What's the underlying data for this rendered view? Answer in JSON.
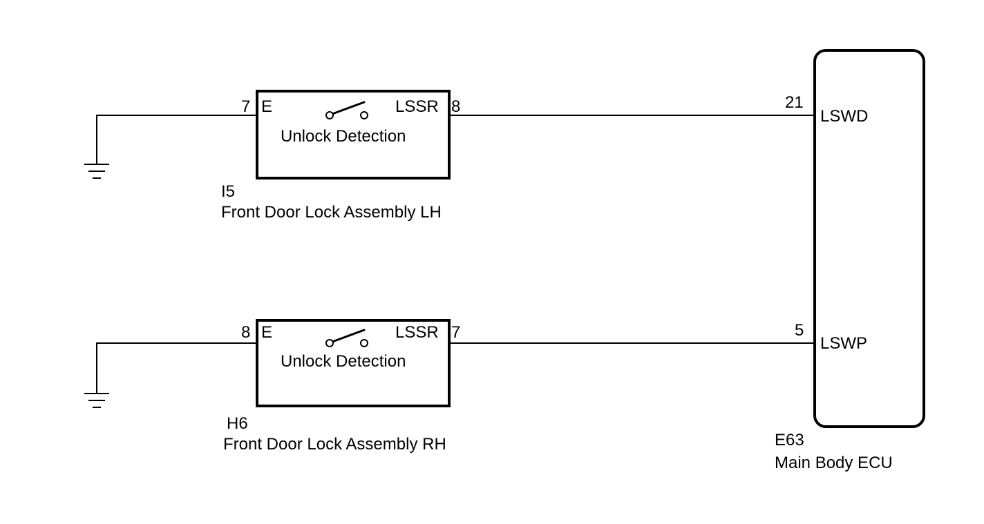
{
  "components": {
    "lh_lock": {
      "code": "I5",
      "name": "Front Door Lock Assembly LH",
      "switch_label": "Unlock Detection",
      "pin_e_name": "E",
      "pin_e_number": "7",
      "pin_lssr_name": "LSSR",
      "pin_lssr_number": "8"
    },
    "rh_lock": {
      "code": "H6",
      "name": "Front Door Lock Assembly RH",
      "switch_label": "Unlock Detection",
      "pin_e_name": "E",
      "pin_e_number": "8",
      "pin_lssr_name": "LSSR",
      "pin_lssr_number": "7"
    },
    "ecu": {
      "code": "E63",
      "name": "Main Body ECU",
      "pin_lswd_name": "LSWD",
      "pin_lswd_number": "21",
      "pin_lswp_name": "LSWP",
      "pin_lswp_number": "5"
    }
  },
  "icons": [
    "ground-symbol-icon",
    "switch-contact-icon"
  ]
}
